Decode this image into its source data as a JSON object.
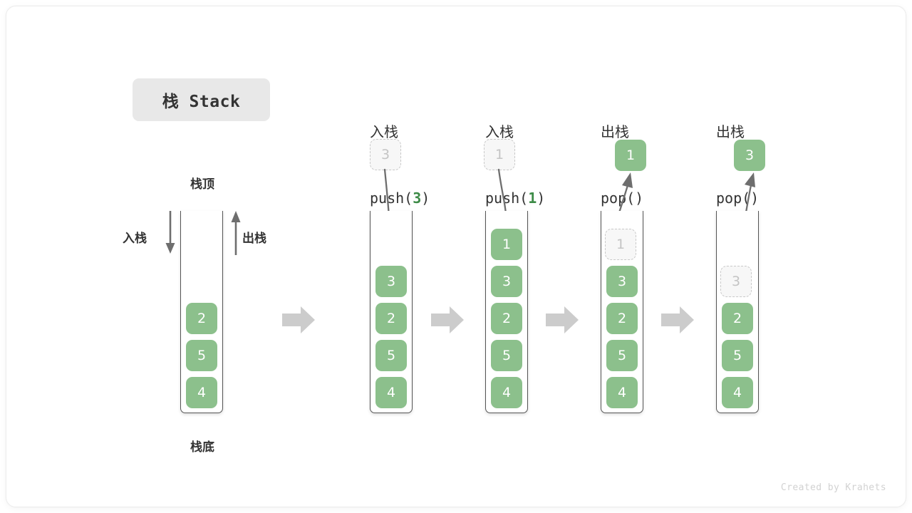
{
  "title": {
    "text": "栈 Stack"
  },
  "labels": {
    "top": "栈顶",
    "bottom": "栈底",
    "push_side": "入栈",
    "pop_side": "出栈"
  },
  "colors": {
    "block_fill": "#8cc08c",
    "block_text": "#ffffff",
    "ghost_fill": "#f7f7f7",
    "ghost_border": "#c9c9c9",
    "ghost_text": "#c4c4c4",
    "accent_arg": "#3d8b47",
    "chip_bg": "#e8e8e8",
    "arrow_gray": "#6e6e6e",
    "separator_gray": "#cccccc",
    "tube_border": "#555555",
    "credit_text": "#d2d2d2"
  },
  "columns": [
    {
      "id": "initial",
      "header_line1": "",
      "header_line2": "",
      "header_arg": "",
      "stack": [
        "2",
        "5",
        "4"
      ],
      "floating": null,
      "ghost_in_stack": null
    },
    {
      "id": "push-3",
      "header_line1": "入栈",
      "header_line2_prefix": "push(",
      "header_arg": "3",
      "header_line2_suffix": ")",
      "stack": [
        "3",
        "2",
        "5",
        "4"
      ],
      "floating": {
        "value": "3",
        "style": "ghost"
      },
      "arrow_direction": "down"
    },
    {
      "id": "push-1",
      "header_line1": "入栈",
      "header_line2_prefix": "push(",
      "header_arg": "1",
      "header_line2_suffix": ")",
      "stack": [
        "1",
        "3",
        "2",
        "5",
        "4"
      ],
      "floating": {
        "value": "1",
        "style": "ghost"
      },
      "arrow_direction": "down"
    },
    {
      "id": "pop-1",
      "header_line1": "出栈",
      "header_line2_prefix": "pop(",
      "header_arg": "",
      "header_line2_suffix": ")",
      "stack": [
        "3",
        "2",
        "5",
        "4"
      ],
      "ghost_in_stack": {
        "value": "1"
      },
      "floating": {
        "value": "1",
        "style": "solid"
      },
      "arrow_direction": "up"
    },
    {
      "id": "pop-3",
      "header_line1": "出栈",
      "header_line2_prefix": "pop(",
      "header_arg": "",
      "header_line2_suffix": ")",
      "stack": [
        "2",
        "5",
        "4"
      ],
      "ghost_in_stack": {
        "value": "3"
      },
      "floating": {
        "value": "3",
        "style": "solid"
      },
      "arrow_direction": "up"
    }
  ],
  "separators_count": 4,
  "credit": "Created by Krahets"
}
